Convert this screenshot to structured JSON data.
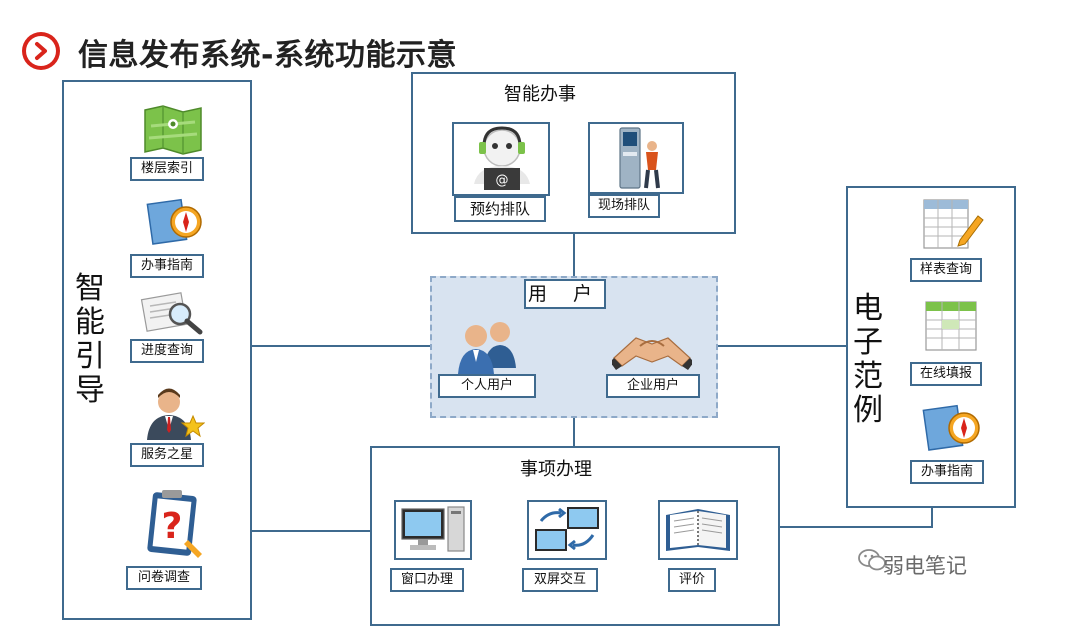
{
  "title": "信息发布系统-系统功能示意",
  "colors": {
    "accent": "#d9241b",
    "border": "#3f6a8e",
    "user_area": "#d8e3f0"
  },
  "left_panel": {
    "title": "智能引导",
    "items": [
      {
        "label": "楼层索引",
        "icon": "map-icon"
      },
      {
        "label": "办事指南",
        "icon": "compass-icon"
      },
      {
        "label": "进度查询",
        "icon": "magnifier-doc-icon"
      },
      {
        "label": "服务之星",
        "icon": "businessman-star-icon"
      },
      {
        "label": "问卷调查",
        "icon": "question-clipboard-icon"
      }
    ]
  },
  "top_panel": {
    "title": "智能办事",
    "items": [
      {
        "label": "预约排队",
        "icon": "support-agent-icon"
      },
      {
        "label": "现场排队",
        "icon": "kiosk-icon"
      }
    ]
  },
  "center": {
    "title": "用 户",
    "items": [
      {
        "label": "个人用户",
        "icon": "people-icon"
      },
      {
        "label": "企业用户",
        "icon": "handshake-icon"
      }
    ]
  },
  "bottom_panel": {
    "title": "事项办理",
    "items": [
      {
        "label": "窗口办理",
        "icon": "computer-icon"
      },
      {
        "label": "双屏交互",
        "icon": "dual-screen-icon"
      },
      {
        "label": "评价",
        "icon": "notebook-icon"
      }
    ]
  },
  "right_panel": {
    "title": "电子范例",
    "items": [
      {
        "label": "样表查询",
        "icon": "spreadsheet-edit-icon"
      },
      {
        "label": "在线填报",
        "icon": "spreadsheet-icon"
      },
      {
        "label": "办事指南",
        "icon": "compass-icon"
      }
    ]
  },
  "watermark": "弱电笔记"
}
